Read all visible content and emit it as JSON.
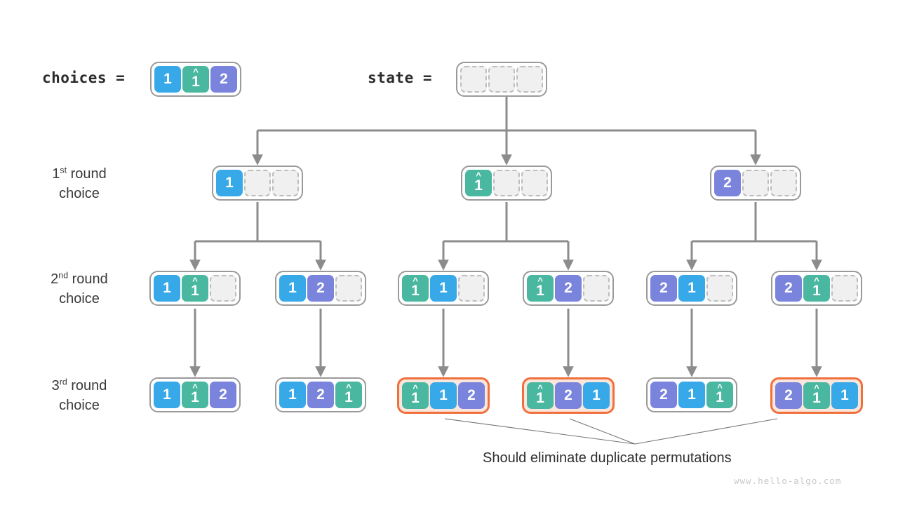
{
  "title": "Permutations backtracking tree with duplicate elements",
  "legend": {
    "choices_label": "choices  =",
    "state_label": "state  =",
    "choices_values": [
      "1",
      "1̂",
      "2"
    ],
    "state_values": [
      "",
      "",
      ""
    ]
  },
  "row_labels": [
    {
      "ordinal": "1",
      "suffix": "st",
      "rest": " round",
      "line2": "choice"
    },
    {
      "ordinal": "2",
      "suffix": "nd",
      "rest": " round",
      "line2": "choice"
    },
    {
      "ordinal": "3",
      "suffix": "rd",
      "rest": " round",
      "line2": "choice"
    }
  ],
  "caption": "Should eliminate duplicate permutations",
  "watermark": "www.hello-algo.com",
  "colors": {
    "blue_one": "#38a9e8",
    "teal_one_hat": "#4ab8a1",
    "purple_two": "#7a84dc",
    "empty_cell": "#f0f0f0",
    "empty_border": "#bdbdbd",
    "node_border": "#8c8c8c",
    "highlight_border": "#f0703c",
    "highlight_fill": "#fbe6dd",
    "connector": "#8c8c8c",
    "leader_line": "#6e6e6e",
    "text": "#2f2f2f",
    "watermark": "#c8c8c8"
  },
  "tree": {
    "root": {
      "cells": [
        "",
        "",
        ""
      ],
      "highlight": false
    },
    "level1": [
      {
        "cells": [
          "1",
          "",
          ""
        ],
        "highlight": false
      },
      {
        "cells": [
          "1̂",
          "",
          ""
        ],
        "highlight": false
      },
      {
        "cells": [
          "2",
          "",
          ""
        ],
        "highlight": false
      }
    ],
    "level2": [
      {
        "cells": [
          "1",
          "1̂",
          ""
        ],
        "highlight": false
      },
      {
        "cells": [
          "1",
          "2",
          ""
        ],
        "highlight": false
      },
      {
        "cells": [
          "1̂",
          "1",
          ""
        ],
        "highlight": false
      },
      {
        "cells": [
          "1̂",
          "2",
          ""
        ],
        "highlight": false
      },
      {
        "cells": [
          "2",
          "1",
          ""
        ],
        "highlight": false
      },
      {
        "cells": [
          "2",
          "1̂",
          ""
        ],
        "highlight": false
      }
    ],
    "level3": [
      {
        "cells": [
          "1",
          "1̂",
          "2"
        ],
        "highlight": false
      },
      {
        "cells": [
          "1",
          "2",
          "1̂"
        ],
        "highlight": false
      },
      {
        "cells": [
          "1̂",
          "1",
          "2"
        ],
        "highlight": true
      },
      {
        "cells": [
          "1̂",
          "2",
          "1"
        ],
        "highlight": true
      },
      {
        "cells": [
          "2",
          "1",
          "1̂"
        ],
        "highlight": false
      },
      {
        "cells": [
          "2",
          "1̂",
          "1"
        ],
        "highlight": true
      }
    ]
  }
}
